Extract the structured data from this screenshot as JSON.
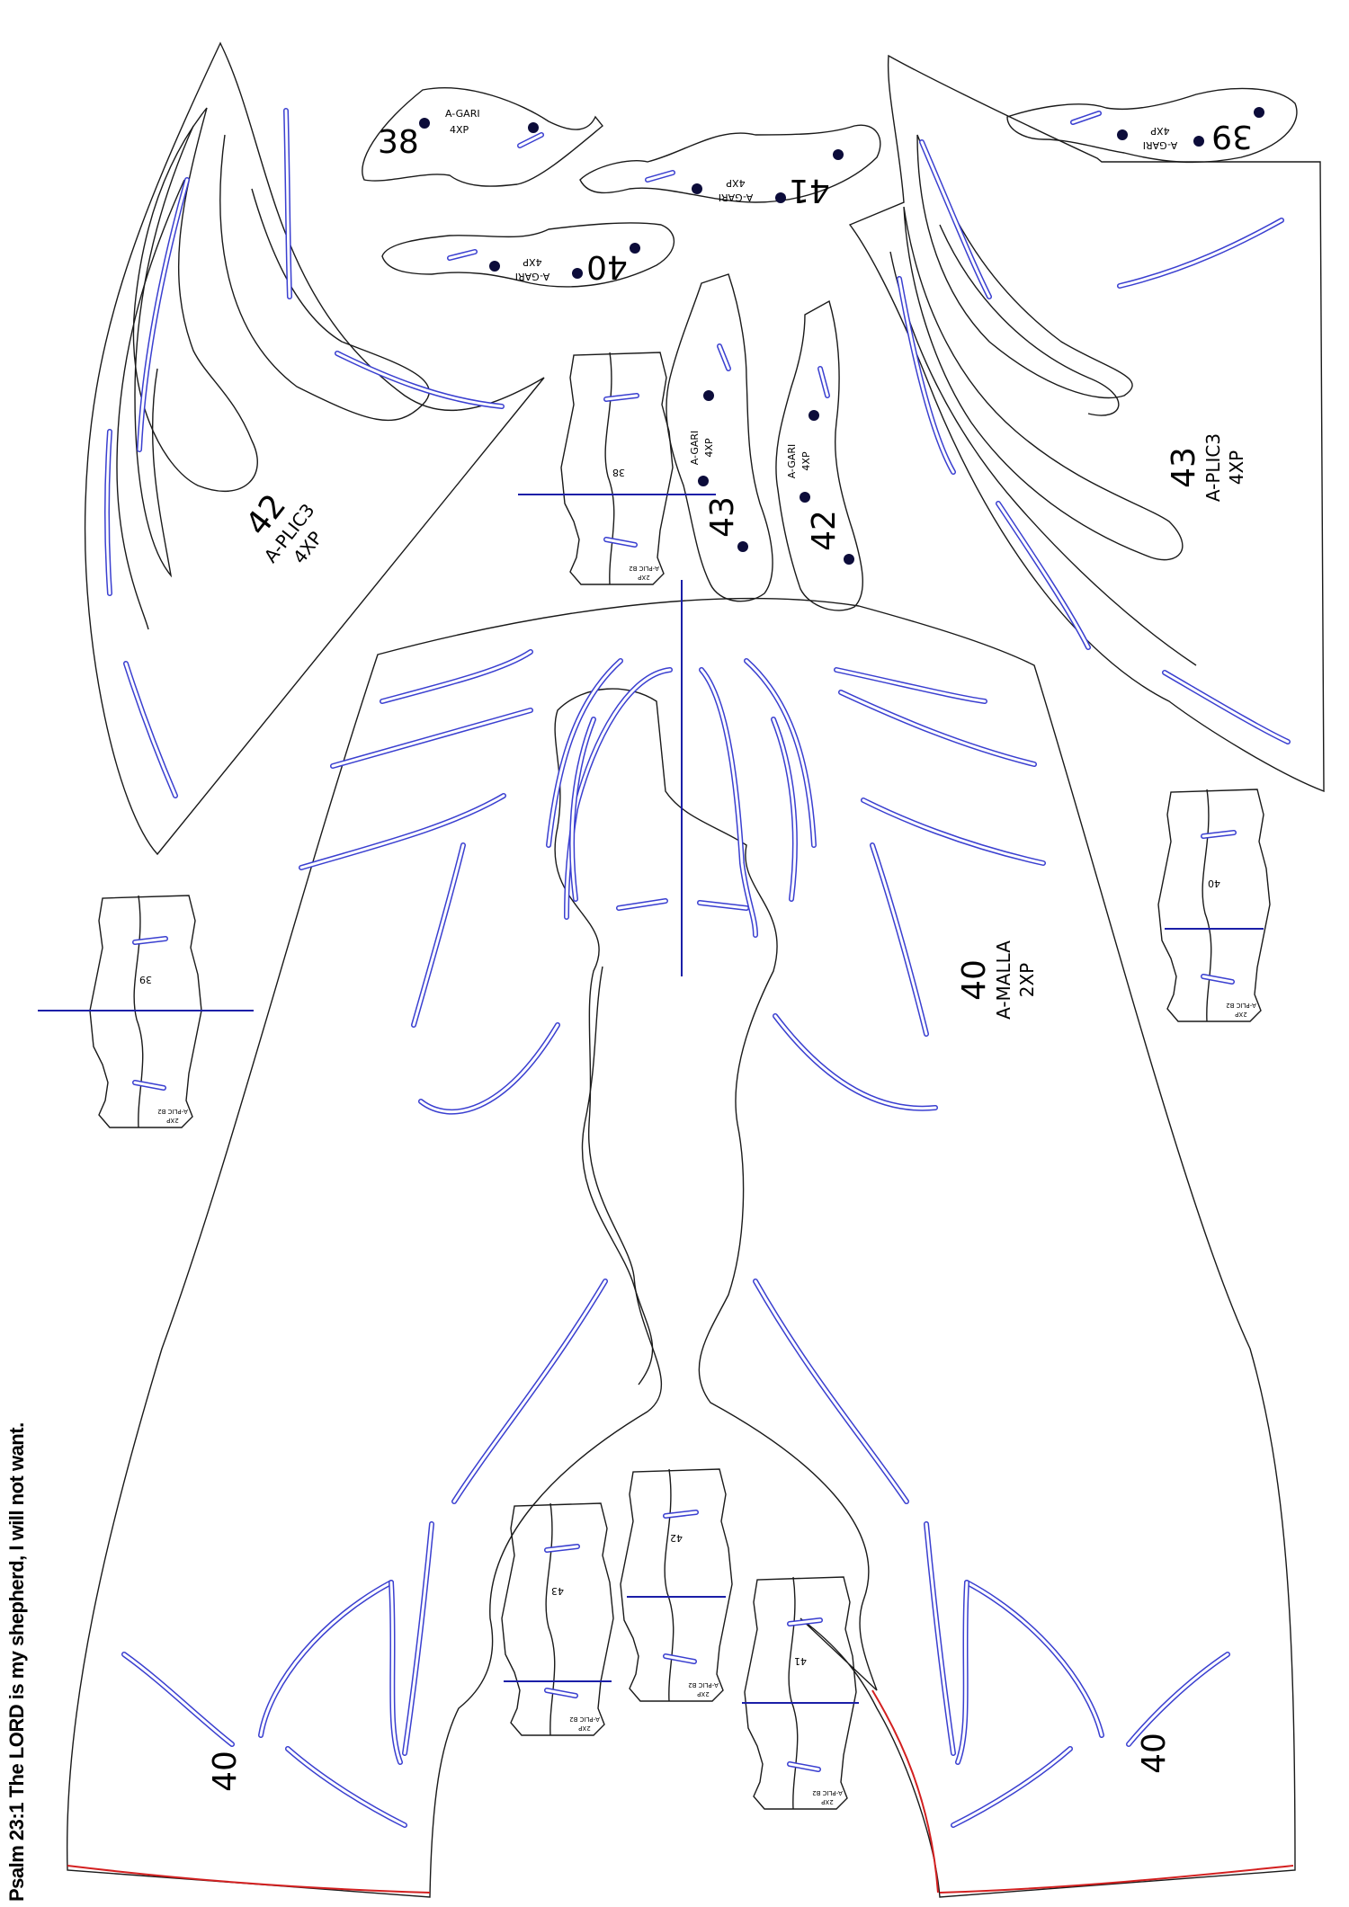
{
  "caption": "Psalm 23:1 The LORD is my shepherd, I will not want.",
  "colors": {
    "outline": "#1a1a1a",
    "slot": "#3a3fd0",
    "axis": "#1b1fa8",
    "seam": "#d32020",
    "dot": "#0c0c3a"
  },
  "agari": {
    "code": "A-GARI",
    "qty": "4XP",
    "sizes": [
      "38",
      "41",
      "40",
      "39",
      "43",
      "42"
    ]
  },
  "aplic3": {
    "code": "A-PLIC3",
    "qty": "4XP",
    "sizes": [
      "42",
      "43"
    ]
  },
  "amalla": {
    "size": "40",
    "code": "A-MALLA",
    "qty": "2XP",
    "corner_left": "40",
    "corner_right": "40"
  },
  "aplicb2": {
    "code": "A-PLIC B2",
    "qty": "2XP",
    "sizes": [
      "38",
      "39",
      "40",
      "43",
      "42",
      "41"
    ]
  }
}
